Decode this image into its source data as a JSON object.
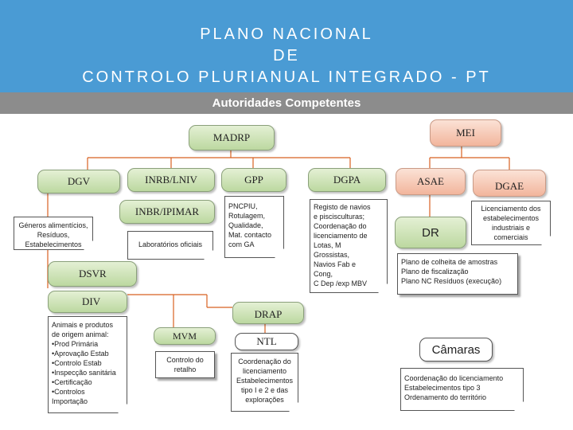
{
  "header": {
    "title_lines": [
      "PLANO NACIONAL",
      "DE",
      "CONTROLO PLURIANUAL INTEGRADO - PT"
    ],
    "band": "Autoridades Competentes"
  },
  "colors": {
    "header_blue": "#4a9bd4",
    "band_gray": "#8c8c8c",
    "green_box": "#bcd8a0",
    "pink_box": "#f2b59c"
  },
  "nodes": {
    "madrp": "MADRP",
    "mei": "MEI",
    "dgv": "DGV",
    "inrb_lniv": "INRB/LNIV",
    "gpp": "GPP",
    "dgpa": "DGPA",
    "asae": "ASAE",
    "dgae": "DGAE",
    "inbr_ipimar": "INBR/IPIMAR",
    "dr": "DR",
    "dsvr": "DSVR",
    "div": "DIV",
    "drap": "DRAP",
    "mvm": "MVM",
    "ntl": "NTL",
    "camaras": "Câmaras"
  },
  "notes": {
    "dgv": [
      "Géneros alimentícios,",
      "Resíduos,",
      "Estabelecimentos"
    ],
    "inbr": [
      "Laboratórios oficiais"
    ],
    "gpp": [
      "PNCPIU,",
      "Rotulagem,",
      "Qualidade,",
      "Mat. contacto",
      "com GA"
    ],
    "dgpa": [
      "Registo de navios",
      "e piscisculturas;",
      "Coordenação do",
      "licenciamento de",
      "Lotas, M",
      "Grossistas,",
      "Navios Fab e",
      "Cong,",
      "C Dep /exp MBV"
    ],
    "dgae": [
      "Licenciamento dos",
      "estabelecimentos",
      "industriais e",
      "comerciais"
    ],
    "dr": [
      "Plano de colheita de amostras",
      "Plano de fiscalização",
      "Plano NC Resíduos (execução)"
    ],
    "div": [
      "Animais e produtos",
      "de origem animal:",
      "•Prod Primária",
      "•Aprovação Estab",
      "•Controlo Estab",
      "•Inspecção sanitária",
      "•Certificação",
      "•Controlos",
      "Importação"
    ],
    "mvm": [
      "Controlo do",
      "retalho"
    ],
    "ntl": [
      "Coordenação do",
      "licenciamento",
      "Estabelecimentos",
      "tipo I e 2 e das",
      "explorações"
    ],
    "camaras": [
      "Coordenação do licenciamento",
      "Estabelecimentos tipo 3",
      "Ordenamento do território"
    ]
  }
}
